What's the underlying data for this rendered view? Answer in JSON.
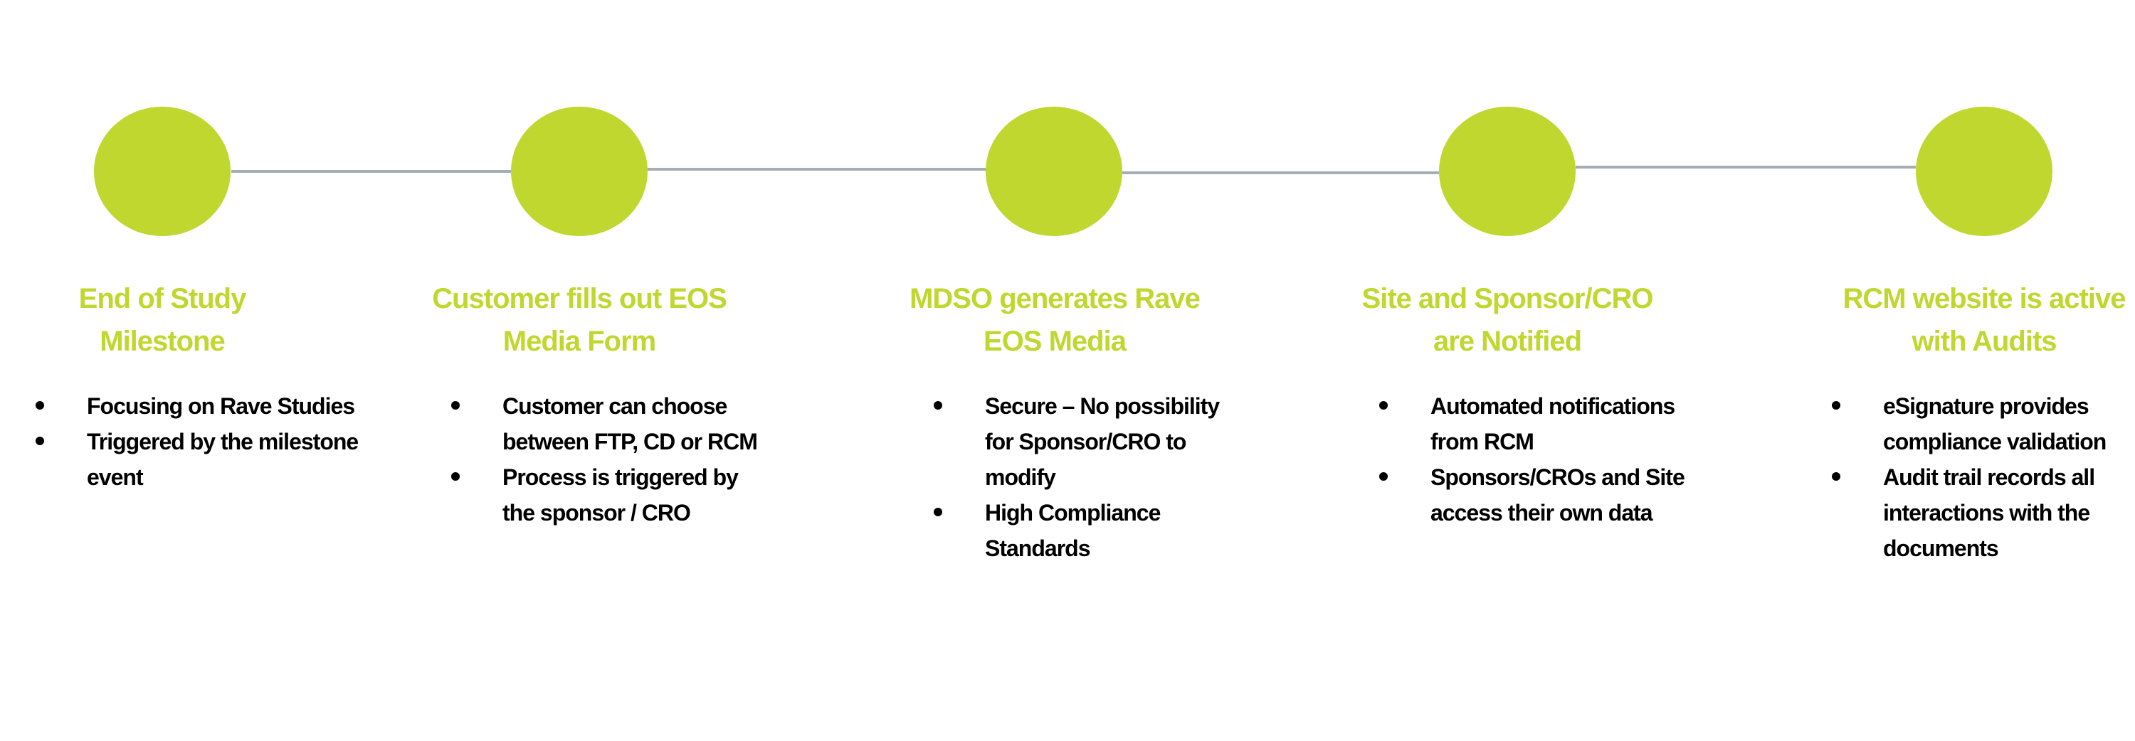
{
  "colors": {
    "accent": "#C0D72F",
    "connector": "#A6ADB4",
    "bullet_text": "#000000",
    "background": "#FFFFFF"
  },
  "steps": [
    {
      "title_lines": [
        "End of Study",
        "Milestone"
      ],
      "bullets": [
        [
          "Focusing on Rave Studies"
        ],
        [
          "Triggered by the milestone",
          "event"
        ]
      ]
    },
    {
      "title_lines": [
        "Customer fills out EOS",
        "Media Form"
      ],
      "bullets": [
        [
          "Customer can choose",
          "between FTP, CD or RCM"
        ],
        [
          "Process is triggered by",
          "the sponsor / CRO"
        ]
      ]
    },
    {
      "title_lines": [
        "MDSO generates Rave",
        "EOS Media"
      ],
      "bullets": [
        [
          "Secure – No possibility",
          "for Sponsor/CRO  to",
          "modify"
        ],
        [
          "High Compliance",
          "Standards"
        ]
      ]
    },
    {
      "title_lines": [
        "Site and Sponsor/CRO",
        "are Notified"
      ],
      "bullets": [
        [
          "Automated notifications",
          "from RCM"
        ],
        [
          "Sponsors/CROs and Site",
          "access their own data"
        ]
      ]
    },
    {
      "title_lines": [
        "RCM website is active",
        "with Audits"
      ],
      "bullets": [
        [
          "eSignature provides",
          "compliance validation"
        ],
        [
          "Audit trail records all",
          "interactions with the",
          "documents"
        ]
      ]
    }
  ]
}
